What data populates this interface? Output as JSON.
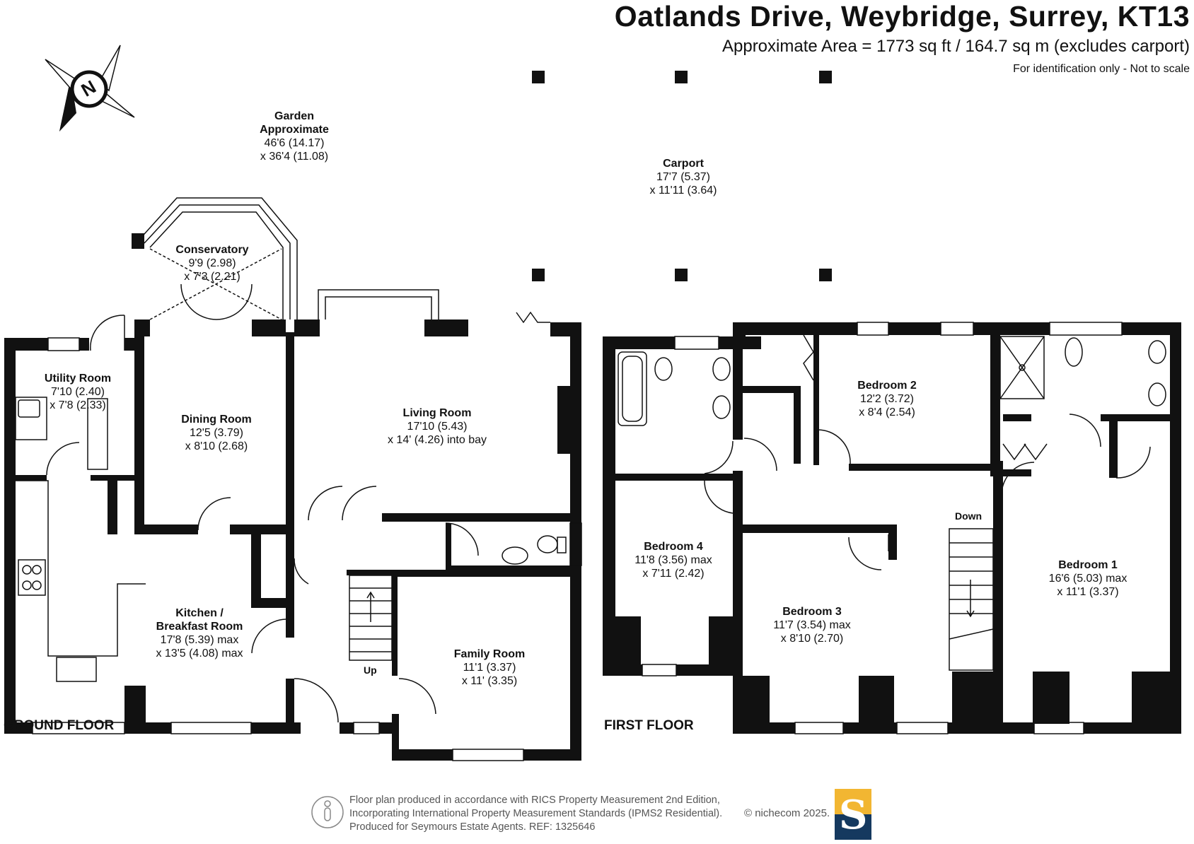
{
  "header": {
    "title": "Oatlands Drive, Weybridge, Surrey, KT13",
    "area": "Approximate Area = 1773 sq ft / 164.7 sq m (excludes carport)",
    "note": "For identification only - Not to scale"
  },
  "compass": {
    "icon": "north-compass-icon",
    "letter": "N"
  },
  "floors": {
    "ground": "GROUND FLOOR",
    "first": "FIRST FLOOR"
  },
  "rooms": {
    "garden": {
      "name1": "Garden",
      "name2": "Approximate",
      "dim1": "46'6 (14.17)",
      "dim2": "x 36'4 (11.08)"
    },
    "carport": {
      "name": "Carport",
      "dim1": "17'7 (5.37)",
      "dim2": "x 11'11 (3.64)"
    },
    "conservatory": {
      "name": "Conservatory",
      "dim1": "9'9 (2.98)",
      "dim2": "x 7'3 (2.21)"
    },
    "utility": {
      "name": "Utility Room",
      "dim1": "7'10 (2.40)",
      "dim2": "x 7'8 (2.33)"
    },
    "dining": {
      "name": "Dining Room",
      "dim1": "12'5 (3.79)",
      "dim2": "x 8'10 (2.68)"
    },
    "living": {
      "name": "Living Room",
      "dim1": "17'10 (5.43)",
      "dim2": "x 14' (4.26) into bay"
    },
    "kitchen": {
      "name1": "Kitchen /",
      "name2": "Breakfast Room",
      "dim1": "17'8 (5.39) max",
      "dim2": "x 13'5 (4.08) max"
    },
    "family": {
      "name": "Family Room",
      "dim1": "11'1 (3.37)",
      "dim2": "x 11' (3.35)"
    },
    "bedroom2": {
      "name": "Bedroom 2",
      "dim1": "12'2 (3.72)",
      "dim2": "x 8'4 (2.54)"
    },
    "bedroom4": {
      "name": "Bedroom 4",
      "dim1": "11'8 (3.56) max",
      "dim2": "x 7'11 (2.42)"
    },
    "bedroom3": {
      "name": "Bedroom 3",
      "dim1": "11'7 (3.54) max",
      "dim2": "x 8'10 (2.70)"
    },
    "bedroom1": {
      "name": "Bedroom 1",
      "dim1": "16'6 (5.03) max",
      "dim2": "x 11'1 (3.37)"
    }
  },
  "stairs": {
    "up": "Up",
    "down": "Down"
  },
  "footer": {
    "line1": "Floor plan produced in accordance with RICS Property Measurement 2nd Edition,",
    "line2": "Incorporating International Property Measurement Standards (IPMS2 Residential).",
    "line3": "Produced for Seymours Estate Agents.   REF: 1325646",
    "copyright": "© nichecom 2025.",
    "logo_letter": "S"
  },
  "colors": {
    "wall": "#111111",
    "logo_top": "#f2b632",
    "logo_bottom": "#15395f",
    "footer_text": "#555555"
  }
}
